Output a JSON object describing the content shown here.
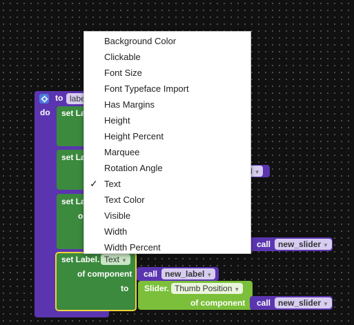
{
  "procedure": {
    "to_label": "to",
    "name": "label",
    "do_label": "do"
  },
  "blocks": {
    "set_label_prefix_1": "set La",
    "set_label_prefix_2": "set La",
    "set_label_prefix_3": "set La",
    "of_partial": "o",
    "set_label": "set Label.",
    "property": "Text",
    "of_component": "of component",
    "to": "to",
    "call": "call",
    "new_label": "new_label",
    "slider_prefix": "Slider.",
    "slider_property": "Thumb Position",
    "new_slider": "new_slider",
    "hidden_field_tail": "l"
  },
  "menu": {
    "items": [
      {
        "label": "Background Color",
        "checked": false
      },
      {
        "label": "Clickable",
        "checked": false
      },
      {
        "label": "Font Size",
        "checked": false
      },
      {
        "label": "Font Typeface Import",
        "checked": false
      },
      {
        "label": "Has Margins",
        "checked": false
      },
      {
        "label": "Height",
        "checked": false
      },
      {
        "label": "Height Percent",
        "checked": false
      },
      {
        "label": "Marquee",
        "checked": false
      },
      {
        "label": "Rotation Angle",
        "checked": false
      },
      {
        "label": "Text",
        "checked": true
      },
      {
        "label": "Text Color",
        "checked": false
      },
      {
        "label": "Visible",
        "checked": false
      },
      {
        "label": "Width",
        "checked": false
      },
      {
        "label": "Width Percent",
        "checked": false
      }
    ],
    "check_glyph": "✓"
  },
  "colors": {
    "procedure": "#5b35b0",
    "setter": "#3b8a3e",
    "getter": "#7bbf3a",
    "selection": "#f2d23b"
  }
}
